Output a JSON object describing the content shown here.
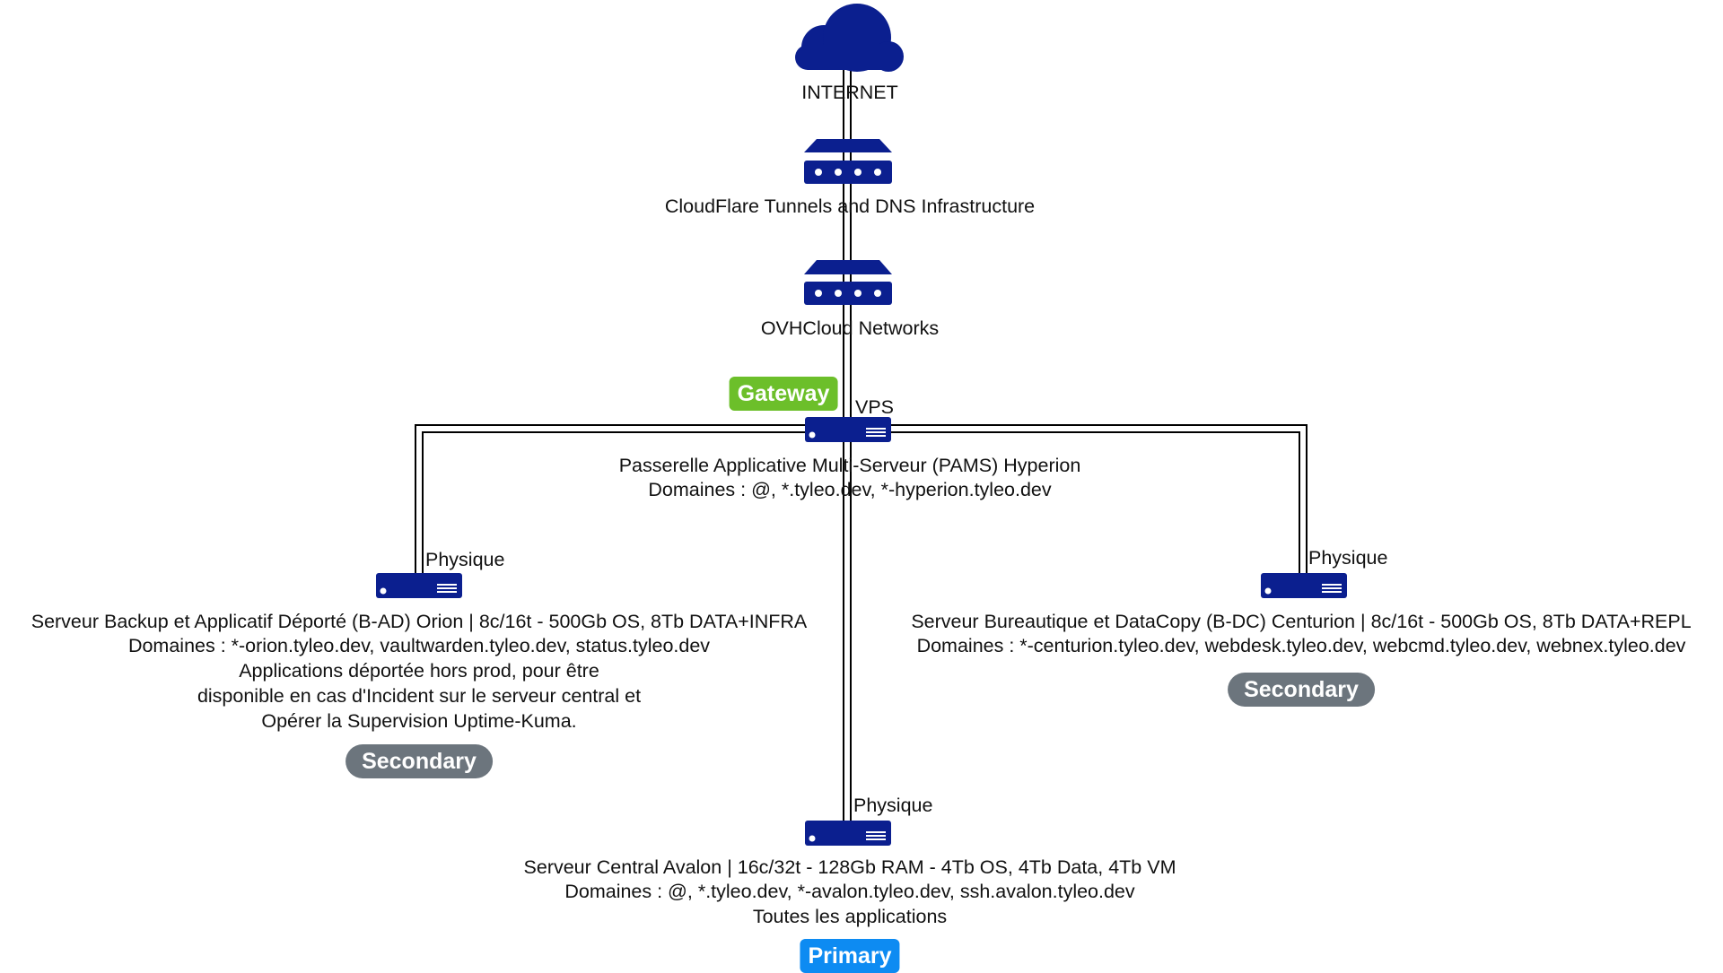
{
  "colors": {
    "icon": "#0b1f8f",
    "line": "#000000",
    "gateway_badge": "#6cbf2a",
    "secondary_badge": "#6c757d",
    "primary_badge": "#0d8bf2"
  },
  "nodes": {
    "internet": {
      "icon": "cloud-icon",
      "label": "INTERNET"
    },
    "cloudflare": {
      "icon": "router-icon",
      "label": "CloudFlare Tunnels and DNS Infrastructure"
    },
    "ovh": {
      "icon": "router-icon",
      "label": "OVHCloud Networks"
    },
    "hyperion": {
      "icon": "server-icon",
      "badge": "Gateway",
      "type": "VPS",
      "lines": [
        "Passerelle Applicative Multi-Serveur (PAMS) Hyperion",
        "Domaines : @, *.tyleo.dev, *-hyperion.tyleo.dev"
      ]
    },
    "orion": {
      "icon": "server-icon",
      "type": "Physique",
      "badge": "Secondary",
      "lines": [
        "Serveur Backup et Applicatif Déporté (B-AD) Orion | 8c/16t - 500Gb OS, 8Tb DATA+INFRA",
        "Domaines : *-orion.tyleo.dev, vaultwarden.tyleo.dev, status.tyleo.dev",
        "Applications déportée hors prod, pour être",
        "disponible en cas d'Incident sur le serveur central et",
        "Opérer la Supervision Uptime-Kuma."
      ]
    },
    "centurion": {
      "icon": "server-icon",
      "type": "Physique",
      "badge": "Secondary",
      "lines": [
        "Serveur Bureautique et DataCopy (B-DC) Centurion | 8c/16t - 500Gb OS, 8Tb DATA+REPL",
        "Domaines : *-centurion.tyleo.dev, webdesk.tyleo.dev, webcmd.tyleo.dev, webnex.tyleo.dev"
      ]
    },
    "avalon": {
      "icon": "server-icon",
      "type": "Physique",
      "badge": "Primary",
      "lines": [
        "Serveur Central Avalon | 16c/32t - 128Gb RAM - 4Tb OS, 4Tb Data, 4Tb VM",
        "Domaines : @, *.tyleo.dev, *-avalon.tyleo.dev, ssh.avalon.tyleo.dev",
        "Toutes les applications"
      ]
    }
  }
}
